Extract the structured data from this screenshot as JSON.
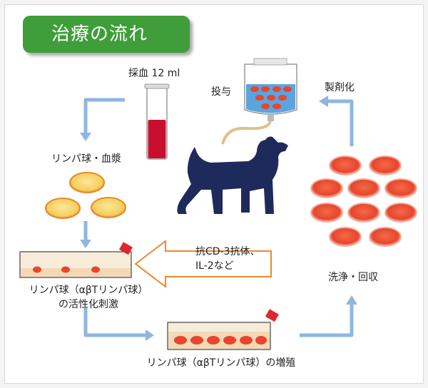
{
  "title": "治療の流れ",
  "steps": {
    "blood_draw": "採血 12 ml",
    "separation": "リンパ球・血漿",
    "activation_line1": "リンパ球（αβTリンパ球）",
    "activation_line2": "の活性化刺激",
    "reagent_line1": "抗CD-3抗体、",
    "reagent_line2": "IL-2など",
    "expansion": "リンパ球（αβTリンパ球）の増殖",
    "wash": "洗浄・回収",
    "formulation": "製剤化",
    "administration": "投与"
  },
  "colors": {
    "banner": "#3f9e3a",
    "arrow": "#8fb6e0",
    "cell": "#e8452e",
    "blood": "#c8102e",
    "dog": "#1f2a5c",
    "lymph_fill": "#f7d774",
    "lymph_rim": "#e88a2c",
    "callout": "#e88a2c"
  },
  "icons": [
    "test-tube-icon",
    "iv-bag-icon",
    "dog-icon",
    "flask-icon",
    "petri-cell-icon"
  ]
}
